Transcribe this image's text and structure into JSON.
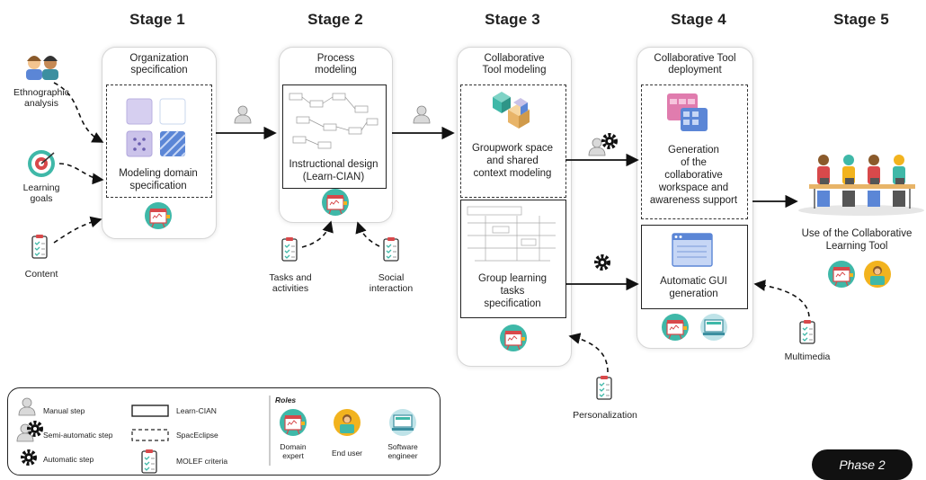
{
  "stages": [
    {
      "title": "Stage 1"
    },
    {
      "title": "Stage 2"
    },
    {
      "title": "Stage 3"
    },
    {
      "title": "Stage 4"
    },
    {
      "title": "Stage 5"
    }
  ],
  "stage1": {
    "panel_title": "Organization\nspecification",
    "box_label": "Modeling domain\nspecification"
  },
  "stage2": {
    "panel_title": "Process\nmodeling",
    "box_label": "Instructional design\n(Learn-CIAN)"
  },
  "stage3": {
    "panel_title": "Collaborative\nTool modeling",
    "box1_label": "Groupwork space\nand shared\ncontext modeling",
    "box2_label": "Group learning\ntasks\nspecification"
  },
  "stage4": {
    "panel_title": "Collaborative Tool\ndeployment",
    "box1_label": "Generation\nof the\ncollaborative\nworkspace and\nawareness support",
    "box2_label": "Automatic GUI\ngeneration"
  },
  "stage5": {
    "label": "Use of the Collaborative\nLearning Tool"
  },
  "inputs": {
    "ethnographic": "Ethnographic\nanalysis",
    "learning_goals": "Learning\ngoals",
    "content": "Content",
    "tasks": "Tasks and\nactivities",
    "social": "Social\ninteraction",
    "personalization": "Personalization",
    "multimedia": "Multimedia"
  },
  "legend": {
    "manual": "Manual step",
    "semi": "Semi-automatic step",
    "automatic": "Automatic step",
    "learncian": "Learn-CIAN",
    "spaceclipse": "SpacEclipse",
    "molef": "MOLEF criteria",
    "roles_title": "Roles",
    "domain_expert": "Domain\nexpert",
    "end_user": "End user",
    "software_engineer": "Software\nengineer"
  },
  "phase": "Phase 2",
  "colors": {
    "teal": "#3fb8a8",
    "red": "#d8494b",
    "yellow": "#f2b31e",
    "purple": "#c9c2e8",
    "blue_stripe": "#5b86d6",
    "pink": "#e07cae"
  }
}
